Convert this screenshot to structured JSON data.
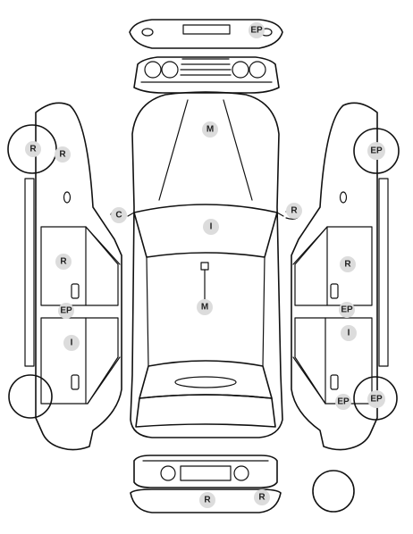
{
  "colors": {
    "line": "#111111",
    "badge": "#dcdcdc",
    "badge_text": "#222222",
    "background": "#ffffff"
  },
  "labels": {
    "front_bumper_ep": "EP",
    "hood_m": "M",
    "left_front_wheel_r": "R",
    "left_front_fender_r": "R",
    "left_mirror_c": "C",
    "right_mirror_r": "R",
    "windshield_i": "I",
    "roof_m": "M",
    "left_front_door_r": "R",
    "left_sill_ep": "EP",
    "left_rear_door_i": "I",
    "right_front_wheel_ep": "EP",
    "right_front_door_r": "R",
    "right_sill_ep": "EP",
    "right_rear_door_i": "I",
    "right_rear_quarter_ep": "EP",
    "right_rear_wheel_ep": "EP",
    "rear_bumper_r_left": "R",
    "rear_bumper_r_right": "R"
  }
}
